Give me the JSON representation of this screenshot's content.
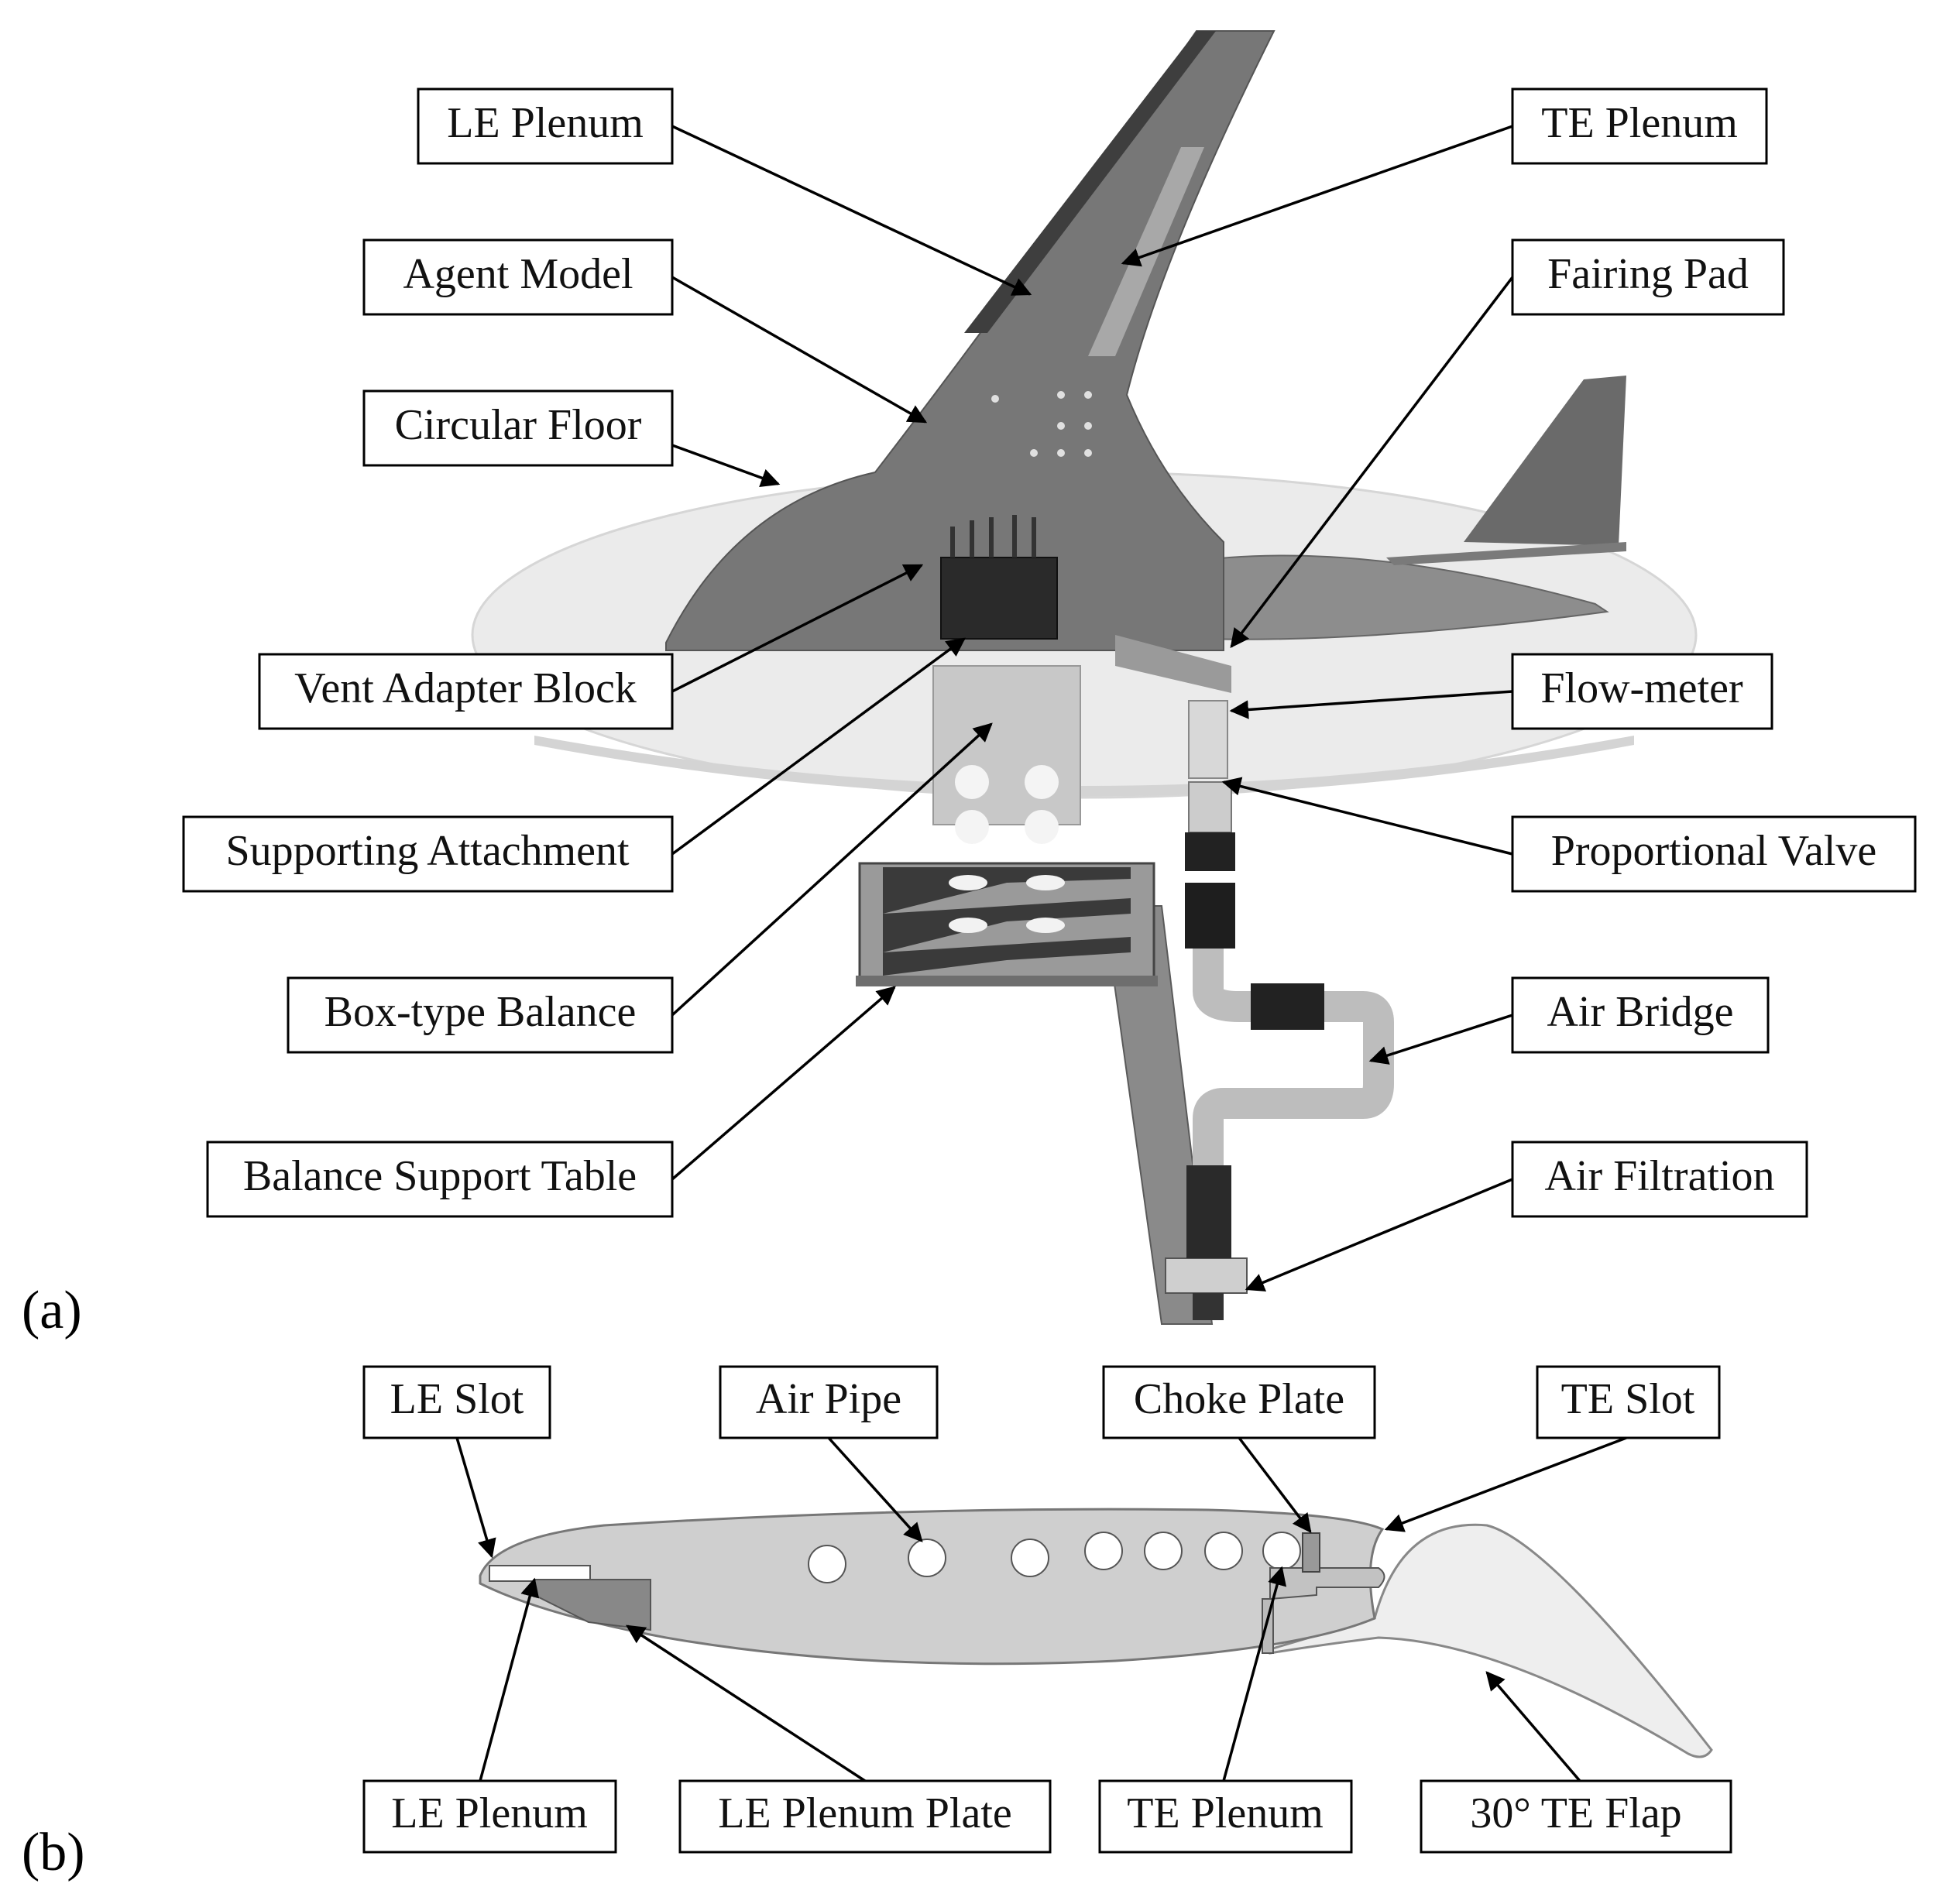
{
  "panel_a": {
    "tag": "(a)",
    "labels": {
      "le_plenum": "LE Plenum",
      "agent_model": "Agent Model",
      "circular_floor": "Circular Floor",
      "vent_adapter_block": "Vent Adapter Block",
      "supporting_attachment": "Supporting Attachment",
      "box_type_balance": "Box-type Balance",
      "balance_support_table": "Balance Support Table",
      "te_plenum": "TE Plenum",
      "fairing_pad": "Fairing Pad",
      "flow_meter": "Flow-meter",
      "proportional_valve": "Proportional Valve",
      "air_bridge": "Air Bridge",
      "air_filtration": "Air Filtration"
    }
  },
  "panel_b": {
    "tag": "(b)",
    "labels": {
      "le_slot": "LE Slot",
      "air_pipe": "Air Pipe",
      "choke_plate": "Choke Plate",
      "te_slot": "TE Slot",
      "le_plenum": "LE Plenum",
      "le_plenum_plate": "LE Plenum Plate",
      "te_plenum": "TE Plenum",
      "te_flap": "30°  TE Flap"
    }
  },
  "colors": {
    "wing": "#7a7a7a",
    "wing_dark": "#555555",
    "floor": "#e6e6e6",
    "airfoil": "#cfcfcf",
    "flap": "#eeeeee",
    "plate": "#888888"
  }
}
